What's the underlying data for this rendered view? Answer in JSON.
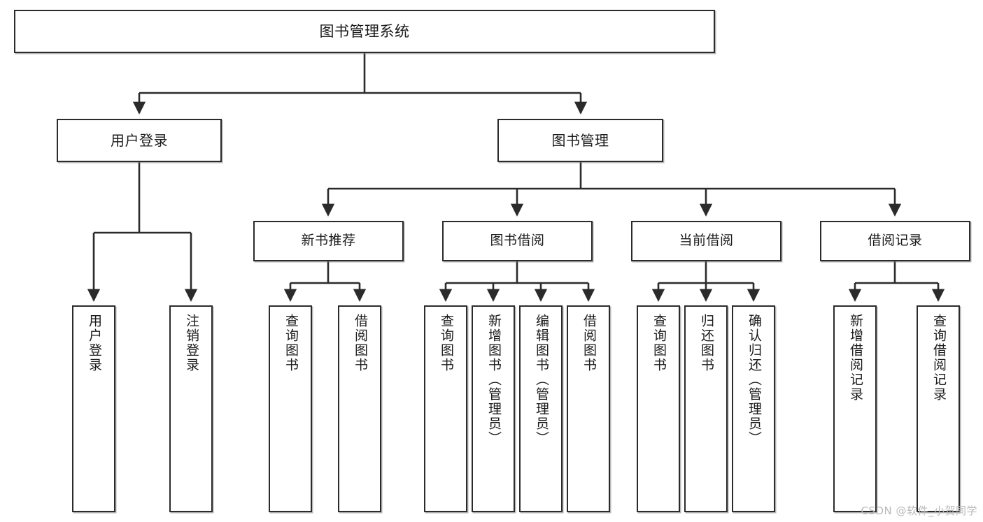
{
  "diagram": {
    "title": "图书管理系统",
    "type": "tree",
    "watermark": "CSDN @软件_小贺同学",
    "colors": {
      "box_border": "#2b2b2b",
      "box_fill": "#ffffff",
      "wire": "#2b2b2b",
      "watermark": "#b9b9b9",
      "background": "#ffffff"
    },
    "nodes": {
      "root": {
        "label": "图书管理系统"
      },
      "level2": [
        {
          "id": "user-login",
          "label": "用户登录"
        },
        {
          "id": "book-manage",
          "label": "图书管理"
        }
      ],
      "level3": [
        {
          "id": "new-book-recommend",
          "label": "新书推荐"
        },
        {
          "id": "book-borrow",
          "label": "图书借阅"
        },
        {
          "id": "current-borrow",
          "label": "当前借阅"
        },
        {
          "id": "borrow-record",
          "label": "借阅记录"
        }
      ],
      "leaves": {
        "user-login": [
          {
            "id": "leaf-user-login",
            "label": "用户登录"
          },
          {
            "id": "leaf-logout",
            "label": "注销登录"
          }
        ],
        "new-book-recommend": [
          {
            "id": "leaf-query-book-1",
            "label": "查询图书"
          },
          {
            "id": "leaf-borrow-book-1",
            "label": "借阅图书"
          }
        ],
        "book-borrow": [
          {
            "id": "leaf-query-book-2",
            "label": "查询图书"
          },
          {
            "id": "leaf-add-book",
            "label": "新增图书（管理员）"
          },
          {
            "id": "leaf-edit-book",
            "label": "编辑图书（管理员）"
          },
          {
            "id": "leaf-borrow-book-2",
            "label": "借阅图书"
          }
        ],
        "current-borrow": [
          {
            "id": "leaf-query-book-3",
            "label": "查询图书"
          },
          {
            "id": "leaf-return-book",
            "label": "归还图书"
          },
          {
            "id": "leaf-confirm-return",
            "label": "确认归还（管理员）"
          }
        ],
        "borrow-record": [
          {
            "id": "leaf-add-record",
            "label": "新增借阅记录"
          },
          {
            "id": "leaf-query-record",
            "label": "查询借阅记录"
          }
        ]
      }
    }
  }
}
